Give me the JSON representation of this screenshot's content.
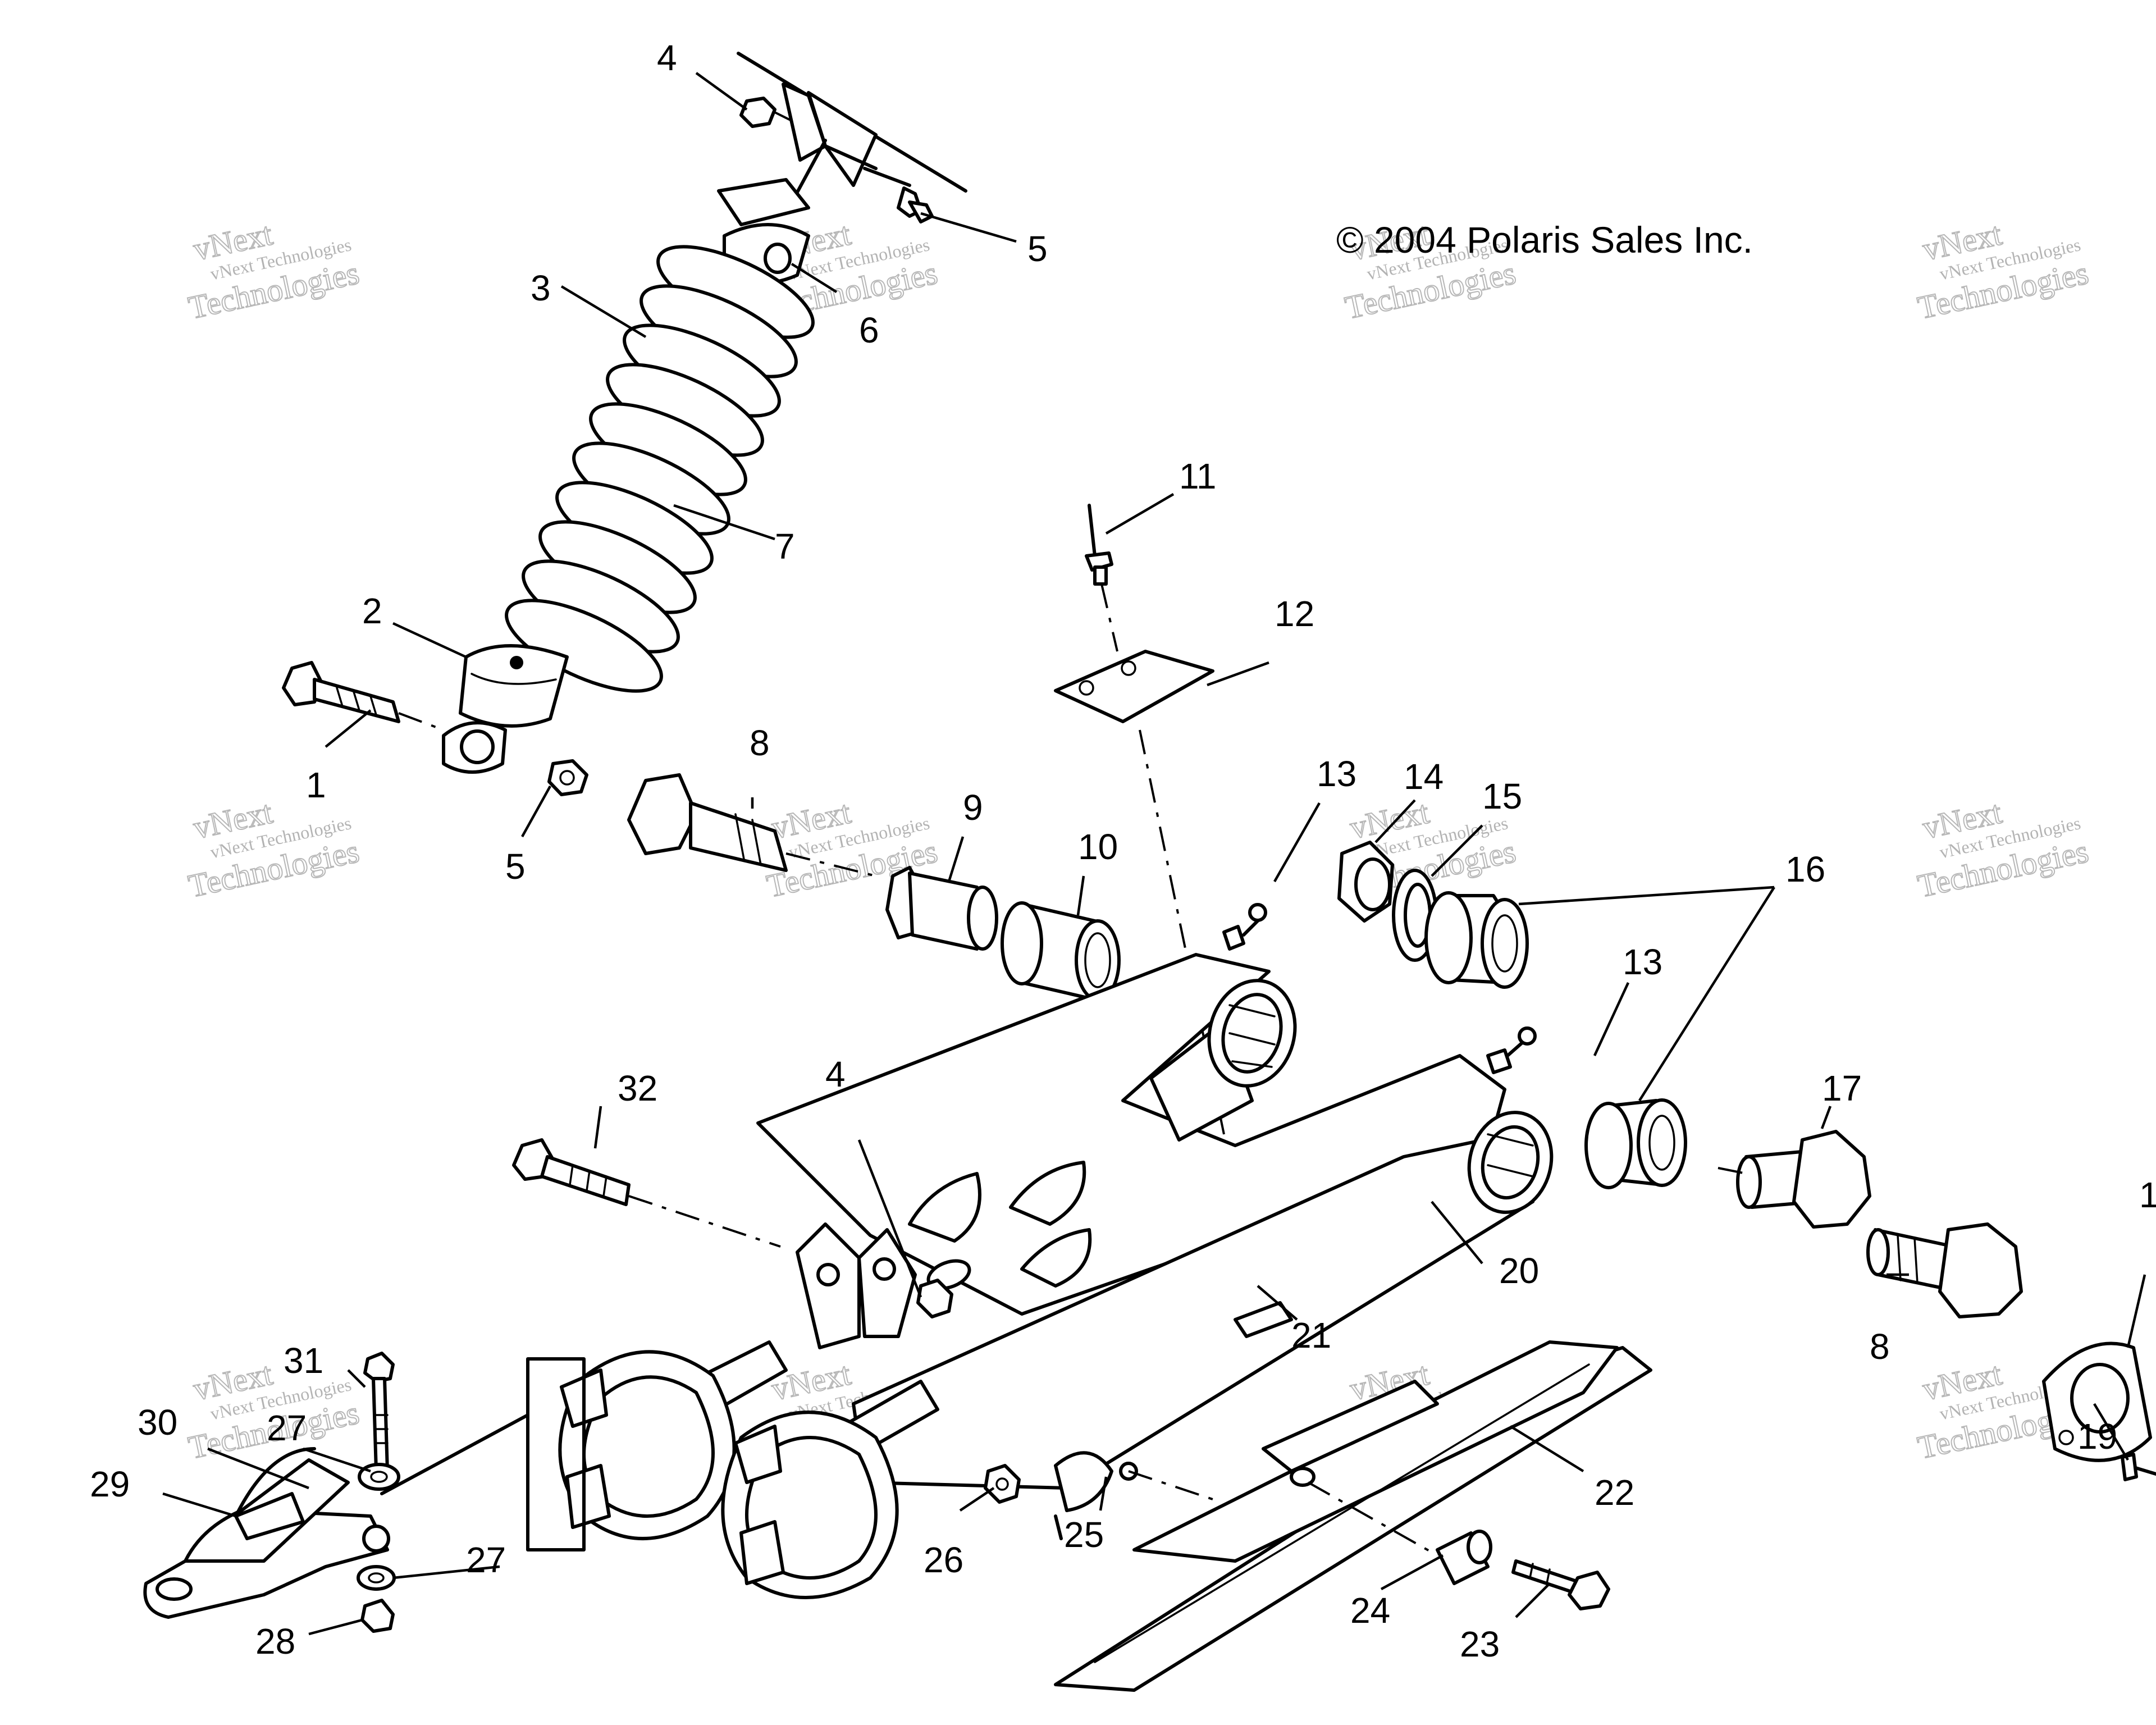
{
  "copyright": "© 2004 Polaris Sales Inc.",
  "watermark": {
    "line1": "vNext",
    "line2": "vNext Technologies",
    "line3": "Technologies"
  },
  "callouts": [
    {
      "id": "c1",
      "label": "1"
    },
    {
      "id": "c2",
      "label": "2"
    },
    {
      "id": "c3",
      "label": "3"
    },
    {
      "id": "c4a",
      "label": "4"
    },
    {
      "id": "c4b",
      "label": "4"
    },
    {
      "id": "c5a",
      "label": "5"
    },
    {
      "id": "c5b",
      "label": "5"
    },
    {
      "id": "c6",
      "label": "6"
    },
    {
      "id": "c7",
      "label": "7"
    },
    {
      "id": "c8a",
      "label": "8"
    },
    {
      "id": "c8b",
      "label": "8"
    },
    {
      "id": "c9",
      "label": "9"
    },
    {
      "id": "c10",
      "label": "10"
    },
    {
      "id": "c11",
      "label": "11"
    },
    {
      "id": "c12",
      "label": "12"
    },
    {
      "id": "c13a",
      "label": "13"
    },
    {
      "id": "c13b",
      "label": "13"
    },
    {
      "id": "c14",
      "label": "14"
    },
    {
      "id": "c15",
      "label": "15"
    },
    {
      "id": "c16",
      "label": "16"
    },
    {
      "id": "c17",
      "label": "17"
    },
    {
      "id": "c18",
      "label": "1"
    },
    {
      "id": "c19",
      "label": "19"
    },
    {
      "id": "c20",
      "label": "20"
    },
    {
      "id": "c21",
      "label": "21"
    },
    {
      "id": "c22",
      "label": "22"
    },
    {
      "id": "c23",
      "label": "23"
    },
    {
      "id": "c24",
      "label": "24"
    },
    {
      "id": "c25",
      "label": "25"
    },
    {
      "id": "c26",
      "label": "26"
    },
    {
      "id": "c27a",
      "label": "27"
    },
    {
      "id": "c27b",
      "label": "27"
    },
    {
      "id": "c28",
      "label": "28"
    },
    {
      "id": "c29",
      "label": "29"
    },
    {
      "id": "c30",
      "label": "30"
    },
    {
      "id": "c31",
      "label": "31"
    },
    {
      "id": "c32",
      "label": "32"
    }
  ]
}
